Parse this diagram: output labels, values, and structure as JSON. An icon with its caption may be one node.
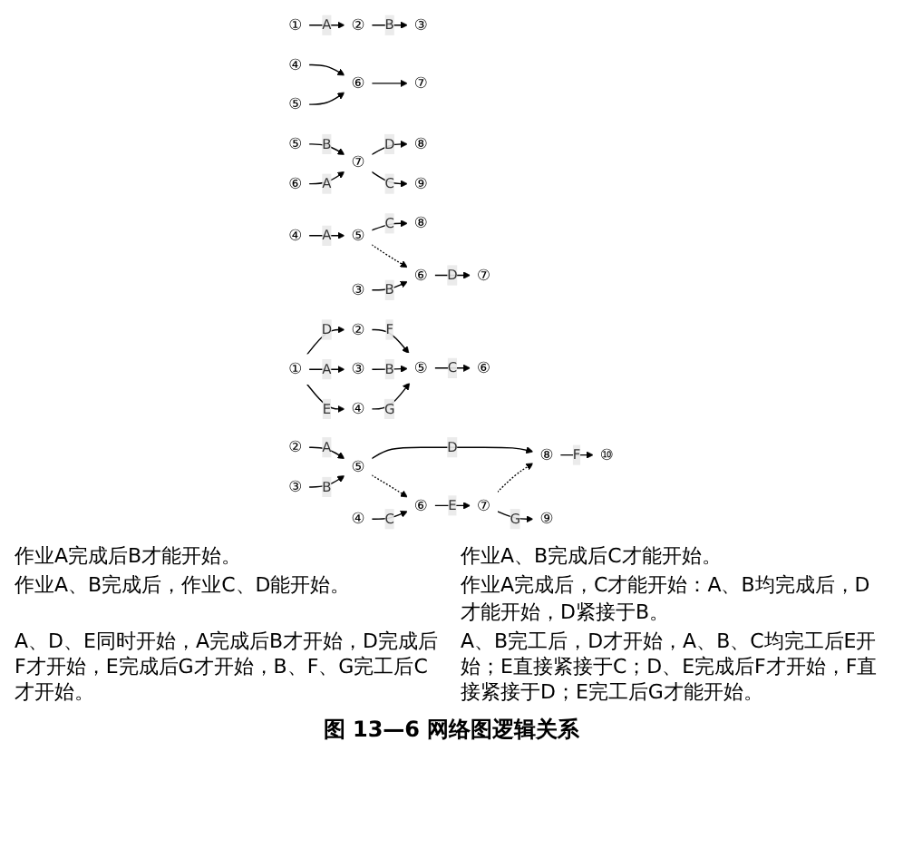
{
  "diagram": {
    "caption": "图 13—6 网络图逻辑关系",
    "nodes": [
      {
        "text": [
          "①"
        ]
      },
      {
        "text": [
          "②"
        ]
      },
      {
        "text": [
          "③"
        ]
      },
      {
        "text": [
          "④"
        ]
      },
      {
        "text": [
          "⑤"
        ]
      },
      {
        "text": [
          "⑥"
        ]
      },
      {
        "text": [
          "⑦"
        ]
      },
      {
        "text": [
          "⑤"
        ]
      },
      {
        "text": [
          "⑧"
        ]
      },
      {
        "text": [
          "⑦"
        ]
      },
      {
        "text": [
          "⑥"
        ]
      },
      {
        "text": [
          "⑨"
        ]
      },
      {
        "text": [
          "④"
        ]
      },
      {
        "text": [
          "⑤"
        ]
      },
      {
        "text": [
          "⑧"
        ]
      },
      {
        "text": [
          "③"
        ]
      },
      {
        "text": [
          "⑥"
        ]
      },
      {
        "text": [
          "⑦"
        ]
      },
      {
        "text": [
          "②"
        ]
      },
      {
        "text": [
          "①"
        ]
      },
      {
        "text": [
          "③"
        ]
      },
      {
        "text": [
          "⑤"
        ]
      },
      {
        "text": [
          "⑥"
        ]
      },
      {
        "text": [
          "④"
        ]
      },
      {
        "text": [
          "②"
        ]
      },
      {
        "text": [
          "⑤"
        ]
      },
      {
        "text": [
          "⑧"
        ]
      },
      {
        "text": [
          "⑩"
        ]
      },
      {
        "text": [
          "③"
        ]
      },
      {
        "text": [
          "④"
        ]
      },
      {
        "text": [
          "⑥"
        ]
      },
      {
        "text": [
          "⑦"
        ]
      },
      {
        "text": [
          "⑨"
        ]
      }
    ],
    "edges": [
      {
        "from": 0,
        "to": 1,
        "arrow": "to",
        "label": "A"
      },
      {
        "from": 1,
        "to": 2,
        "arrow": "to",
        "label": "B"
      },
      {
        "from": 3,
        "to": 5,
        "arrow": "to"
      },
      {
        "from": 4,
        "to": 5,
        "arrow": "to"
      },
      {
        "from": 5,
        "to": 6,
        "arrow": "to"
      },
      {
        "from": 7,
        "to": 9,
        "arrow": "to",
        "label": "B"
      },
      {
        "from": 10,
        "to": 9,
        "arrow": "to",
        "label": "A"
      },
      {
        "from": 9,
        "to": 8,
        "arrow": "to",
        "label": "D"
      },
      {
        "from": 9,
        "to": 11,
        "arrow": "to",
        "label": "C"
      },
      {
        "from": 12,
        "to": 13,
        "arrow": "to",
        "label": "A"
      },
      {
        "from": 13,
        "to": 14,
        "arrow": "to",
        "label": "C"
      },
      {
        "from": 13,
        "to": 16,
        "arrow": "to",
        "style": "dashed"
      },
      {
        "from": 15,
        "to": 16,
        "arrow": "to",
        "label": "B"
      },
      {
        "from": 16,
        "to": 17,
        "arrow": "to",
        "label": "D"
      },
      {
        "from": 19,
        "to": 18,
        "arrow": "to",
        "label": "D"
      },
      {
        "from": 18,
        "to": 21,
        "arrow": "to",
        "label": "F"
      },
      {
        "from": 19,
        "to": 20,
        "arrow": "to",
        "label": "A"
      },
      {
        "from": 20,
        "to": 21,
        "arrow": "to",
        "label": "B"
      },
      {
        "from": 21,
        "to": 22,
        "arrow": "to",
        "label": "C"
      },
      {
        "from": 19,
        "to": 23,
        "arrow": "to",
        "label": "E"
      },
      {
        "from": 23,
        "to": 21,
        "arrow": "to",
        "label": "G"
      },
      {
        "from": 24,
        "to": 25,
        "arrow": "to",
        "label": "A"
      },
      {
        "from": 28,
        "to": 25,
        "arrow": "to",
        "label": "B"
      },
      {
        "from": 25,
        "to": 26,
        "arrow": "to",
        "label": "D"
      },
      {
        "from": 26,
        "to": 27,
        "arrow": "to",
        "label": "F"
      },
      {
        "from": 25,
        "to": 30,
        "arrow": "to",
        "style": "dashed"
      },
      {
        "from": 29,
        "to": 30,
        "arrow": "to",
        "label": "C"
      },
      {
        "from": 30,
        "to": 31,
        "arrow": "to",
        "label": "E"
      },
      {
        "from": 31,
        "to": 26,
        "arrow": "to",
        "style": "dashed"
      },
      {
        "from": 31,
        "to": 32,
        "arrow": "to",
        "label": "G"
      }
    ],
    "labels": [
      "作业A完成后B才能开始。",
      "作业A、B完成后C才能开始。",
      "作业A、B完成后，作业C、D能开始。",
      "作业A完成后，C才能开始：A、B均完成后，D才能开始，D紧接于B。",
      "A、D、E同时开始，A完成后B才开始，D完成后F才开始，E完成后G才开始，B、F、G完工后C才开始。",
      "A、B完工后，D才开始，A、B、C均完工后E开始；E直接紧接于C；D、E完成后F才开始，F直接紧接于D；E完工后G才能开始。"
    ]
  }
}
